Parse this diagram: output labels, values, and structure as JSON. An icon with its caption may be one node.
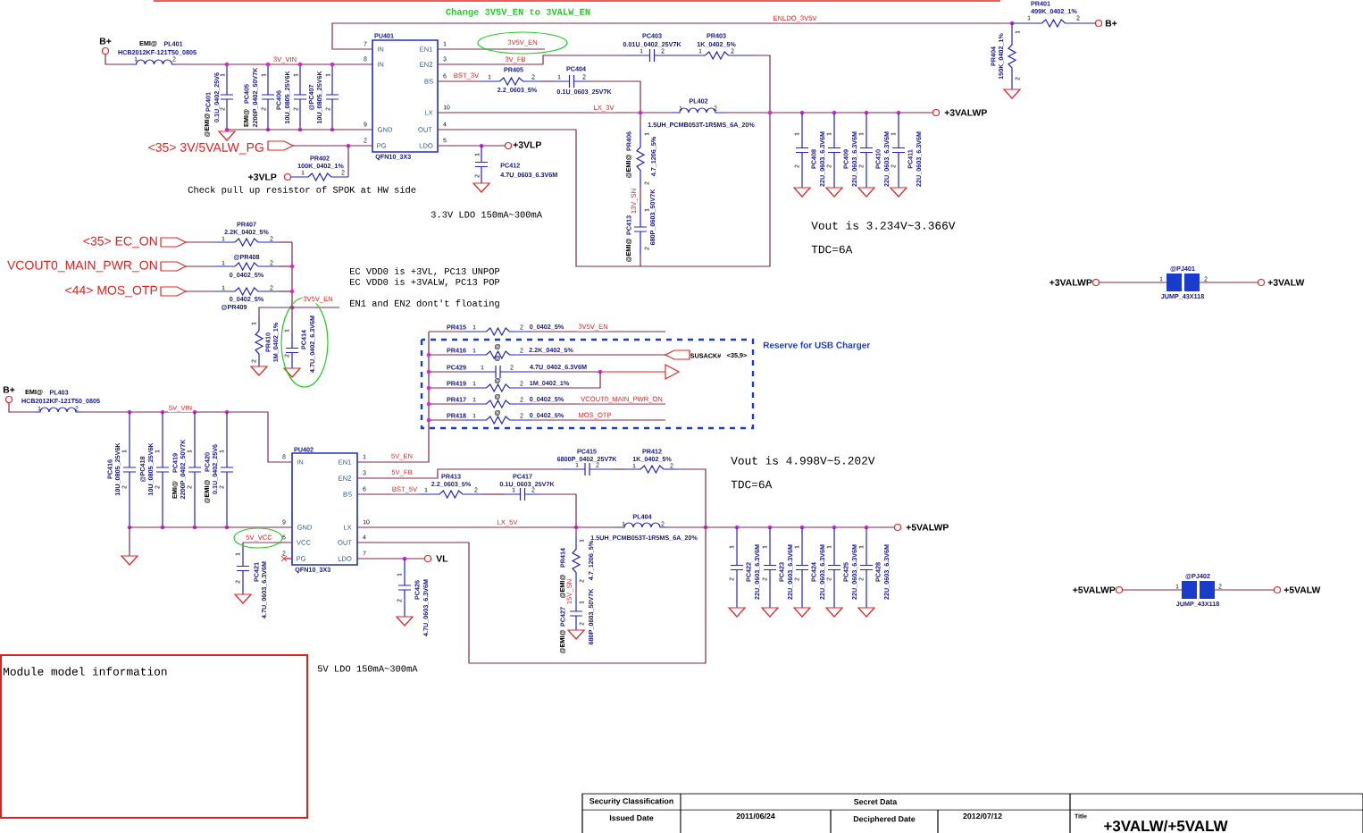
{
  "diagram": {
    "nodes": [
      {
        "text": [
          "Module model information"
        ]
      }
    ],
    "labels": [
      "Change 3V5V_EN to 3VALW_EN",
      "ENLDO_3V5V",
      "PR401",
      "499K_0402_1%",
      "1",
      "2",
      "B+",
      "PR404",
      "150K_0402_1%",
      "1",
      "2",
      "B+",
      "EMI@",
      "PL401",
      "HCB2012KF-121T50_0805",
      "1",
      "2",
      "3V_VIN",
      "@EMI@",
      "PC401",
      "0.1U_0402_25V6",
      "1",
      "2",
      "EMI@",
      "PC405",
      "2200P_0402_50V7K",
      "1",
      "2",
      "PC406",
      "10U_0805_25V6K",
      "1",
      "2",
      "@PC407",
      "10U_0805_25V6K",
      "1",
      "2",
      "PU401",
      "IN",
      "IN",
      "GND",
      "PG",
      "EN1",
      "EN2",
      "BS",
      "LX",
      "OUT",
      "LDO",
      "QFN10_3X3",
      "7",
      "8",
      "9",
      "2",
      "1",
      "3",
      "6",
      "10",
      "4",
      "5",
      "3V5V_EN",
      "3V_FB",
      "BST_3V",
      "PR405",
      "2.2_0603_5%",
      "1",
      "2",
      "PC404",
      "0.1U_0603_25V7K",
      "1",
      "2",
      "PC403",
      "0.01U_0402_25V7K",
      "1",
      "2",
      "PR403",
      "1K_0402_5%",
      "1",
      "2",
      "LX_3V",
      "PL402",
      "1.5UH_PCMB053T-1R5MS_6A_20%",
      "1",
      "2",
      "+3VALWP",
      "+3VLP",
      "PC412",
      "4.7U_0603_6.3V6M",
      "1",
      "2",
      "@EMI@",
      "PR406",
      "4.7_1206_5%",
      "1",
      "2",
      "13V_SN",
      "@EMI@",
      "PC413",
      "680P_0603_50V7K",
      "1",
      "2",
      "PC408",
      "22U_0603_6.3V6M",
      "1",
      "2",
      "PC409",
      "22U_0603_6.3V6M",
      "1",
      "2",
      "PC410",
      "22U_0603_6.3V6M",
      "1",
      "2",
      "PC411",
      "22U_0603_6.3V6M",
      "1",
      "2",
      "Vout is 3.234V~3.366V",
      "TDC=6A",
      "PR402",
      "100K_0402_1%",
      "1",
      "2",
      "+3VLP",
      "<35> 3V/5VALW_PG",
      "Check pull up resistor of SPOK at HW side",
      "3.3V LDO 150mA~300mA",
      "<35> EC_ON",
      "PR407",
      "2.2K_0402_5%",
      "1",
      "2",
      "VCOUT0_MAIN_PWR_ON",
      "@PR408",
      "0_0402_5%",
      "1",
      "2",
      "<44> MOS_OTP",
      "0_0402_5%",
      "@PR409",
      "1",
      "2",
      "EC VDD0 is +3VL, PC13 UNPOP",
      "EC VDD0 is +3VALW, PC13 POP",
      "3V5V_EN",
      "EN1 and EN2 dont't floating",
      "PR410",
      "1M_0402_1%",
      "1",
      "2",
      "PC414",
      "4.7U_0402_6.3V6M",
      "1",
      "2",
      "PR415",
      "1",
      "2",
      "0_0402_5%",
      "3V5V_EN",
      "PR416",
      "1",
      "@",
      "2",
      "2.2K_0402_5%",
      "SUSACK#",
      "<35,9>",
      "Reserve for USB Charger",
      "PC429",
      "1",
      "@",
      "2",
      "4.7U_0402_6.3V6M",
      "PR419",
      "1",
      "@",
      "2",
      "1M_0402_1%",
      "PR417",
      "1",
      "@",
      "2",
      "0_0402_5%",
      "VCOUT0_MAIN_PWR_ON",
      "PR418",
      "1",
      "@",
      "2",
      "0_0402_5%",
      "MOS_OTP",
      "B+",
      "EMI@",
      "PL403",
      "HCB2012KF-121T50_0805",
      "1",
      "2",
      "5V_VIN",
      "PC416",
      "10U_0805_25V6K",
      "1",
      "2",
      "@PC418",
      "10U_0805_25V6K",
      "1",
      "2",
      "EMI@",
      "PC419",
      "2200P_0402_50V7K",
      "1",
      "2",
      "@EMI@",
      "PC420",
      "0.1U_0402_25V6",
      "1",
      "2",
      "PU402",
      "IN",
      "GND",
      "VCC",
      "PG",
      "EN1",
      "EN2",
      "BS",
      "LX",
      "OUT",
      "LDO",
      "QFN10_3X3",
      "8",
      "9",
      "5",
      "2",
      "1",
      "3",
      "6",
      "10",
      "4",
      "7",
      "5V_VCC",
      "5V_EN",
      "5V_FB",
      "BST_5V",
      "PR413",
      "2.2_0603_5%",
      "1",
      "2",
      "PC417",
      "0.1U_0603_25V7K",
      "1",
      "2",
      "PC415",
      "6800P_0402_25V7K",
      "1",
      "2",
      "PR412",
      "1K_0402_5%",
      "1",
      "2",
      "Vout is 4.998V~5.202V",
      "TDC=6A",
      "LX_5V",
      "PL404",
      "1.5UH_PCMB053T-1R5MS_6A_20%",
      "1",
      "2",
      "+5VALWP",
      "PR414",
      "@EMI@",
      "4.7_1206_5%",
      "1",
      "2",
      "15V_SN",
      "@EMI@",
      "PC427",
      "680P_0603_50V7K",
      "1",
      "2",
      "PC422",
      "22U_0603_6.3V6M",
      "1",
      "2",
      "PC423",
      "22U_0603_6.3V6M",
      "1",
      "2",
      "PC424",
      "22U_0603_6.3V6M",
      "1",
      "2",
      "PC425",
      "22U_0603_6.3V6M",
      "1",
      "2",
      "PC428",
      "22U_0603_6.3V6M",
      "1",
      "2",
      "PC421",
      "4.7U_0603_6.3V6M",
      "1",
      "2",
      "VL",
      "PC426",
      "4.7U_0603_6.3V6M",
      "1",
      "2",
      "5V LDO 150mA~300mA",
      "+3VALWP",
      "@PJ401",
      "1",
      "2",
      "JUMP_43X118",
      "+3VALW",
      "+5VALWP",
      "@PJ402",
      "1",
      "2",
      "JUMP_43X118",
      "+5VALW",
      "Security Classification",
      "Secret Data",
      "Issued Date",
      "2011/06/24",
      "Deciphered Date",
      "2012/07/12",
      "Title",
      "+3VALW/+5VALW"
    ]
  }
}
